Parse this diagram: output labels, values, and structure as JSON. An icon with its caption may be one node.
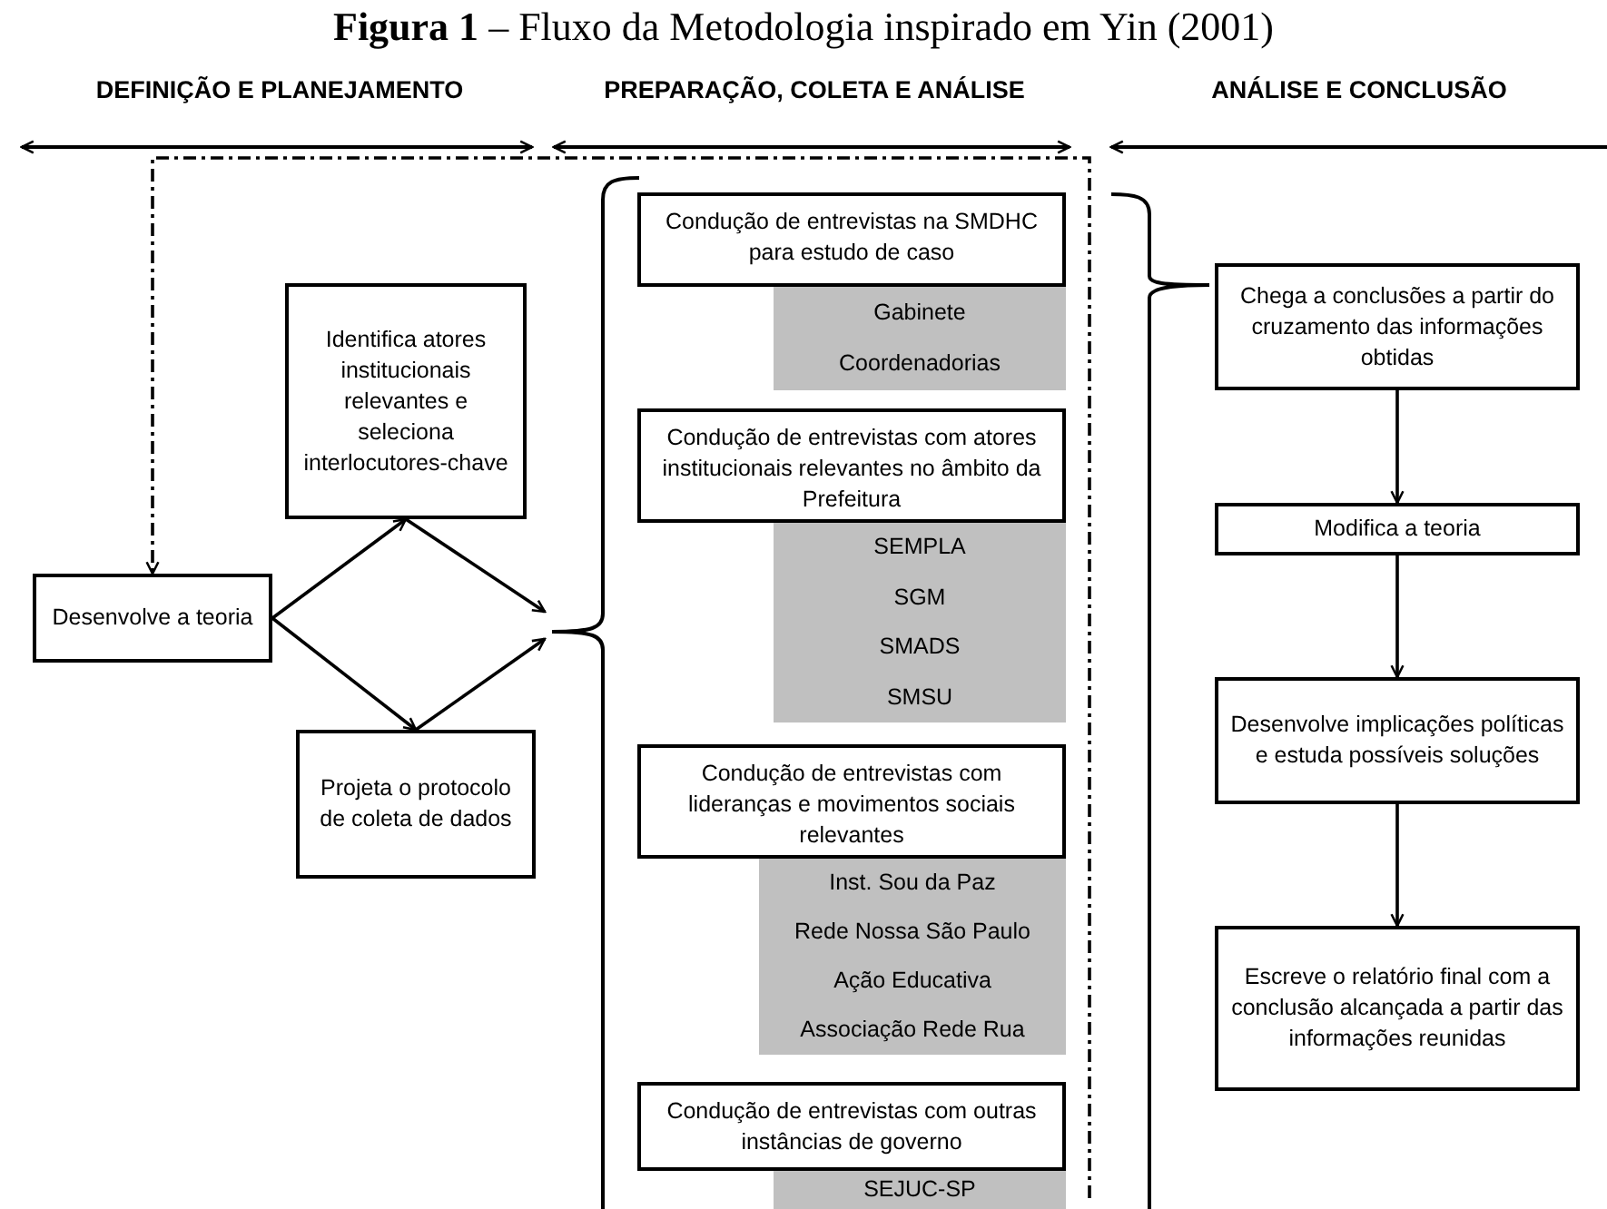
{
  "diagram": {
    "title": "**Figura 1** – Fluxo da Metodologia inspirado em Yin (2001)",
    "nodes": [
      {
        "text": [
          "Desenvolve a teoria"
        ]
      },
      {
        "text": [
          "Identifica atores institucionais relevantes e seleciona interlocutores-chave"
        ]
      },
      {
        "text": [
          "Projeta o protocolo de coleta de dados"
        ]
      },
      {
        "text": [
          "Condução de entrevistas na SMDHC para estudo de caso"
        ]
      },
      {
        "text": [
          "Gabinete",
          "Coordenadorias"
        ]
      },
      {
        "text": [
          "Condução de entrevistas com atores institucionais relevantes no âmbito da Prefeitura"
        ]
      },
      {
        "text": [
          "SEMPLA",
          "SGM",
          "SMADS",
          "SMSU"
        ]
      },
      {
        "text": [
          "Condução de entrevistas com lideranças e movimentos sociais relevantes"
        ]
      },
      {
        "text": [
          "Inst. Sou da Paz",
          "Rede Nossa São Paulo",
          "Ação Educativa",
          "Associação Rede Rua"
        ]
      },
      {
        "text": [
          "Condução de entrevistas com outras instâncias de governo"
        ]
      },
      {
        "text": [
          "SEJUC-SP"
        ]
      },
      {
        "text": [
          "Chega a conclusões a partir do cruzamento das informações obtidas"
        ]
      },
      {
        "text": [
          "Modifica a teoria"
        ]
      },
      {
        "text": [
          "Desenvolve implicações políticas e estuda possíveis soluções"
        ]
      },
      {
        "text": [
          "Escreve o relatório final com a conclusão alcançada a partir das informações reunidas"
        ]
      },
      {
        "text": [],
        "shape": "brace"
      }
    ],
    "edges": [
      {
        "from": 0,
        "to": 1,
        "arrow": "to"
      },
      {
        "from": 0,
        "to": 2,
        "arrow": "to"
      },
      {
        "from": 1,
        "to": 15,
        "arrow": "to"
      },
      {
        "from": 2,
        "to": 15,
        "arrow": "to"
      },
      {
        "from": null,
        "to": 0,
        "arrow": "to",
        "style": "dashed"
      },
      {
        "from": 11,
        "to": 12,
        "arrow": "to"
      },
      {
        "from": 12,
        "to": 13,
        "arrow": "to"
      },
      {
        "from": 13,
        "to": 14,
        "arrow": "to"
      }
    ],
    "labels": [
      "DEFINIÇÃO E PLANEJAMENTO",
      "PREPARAÇÃO, COLETA E ANÁLISE",
      "ANÁLISE E CONCLUSÃO"
    ]
  }
}
